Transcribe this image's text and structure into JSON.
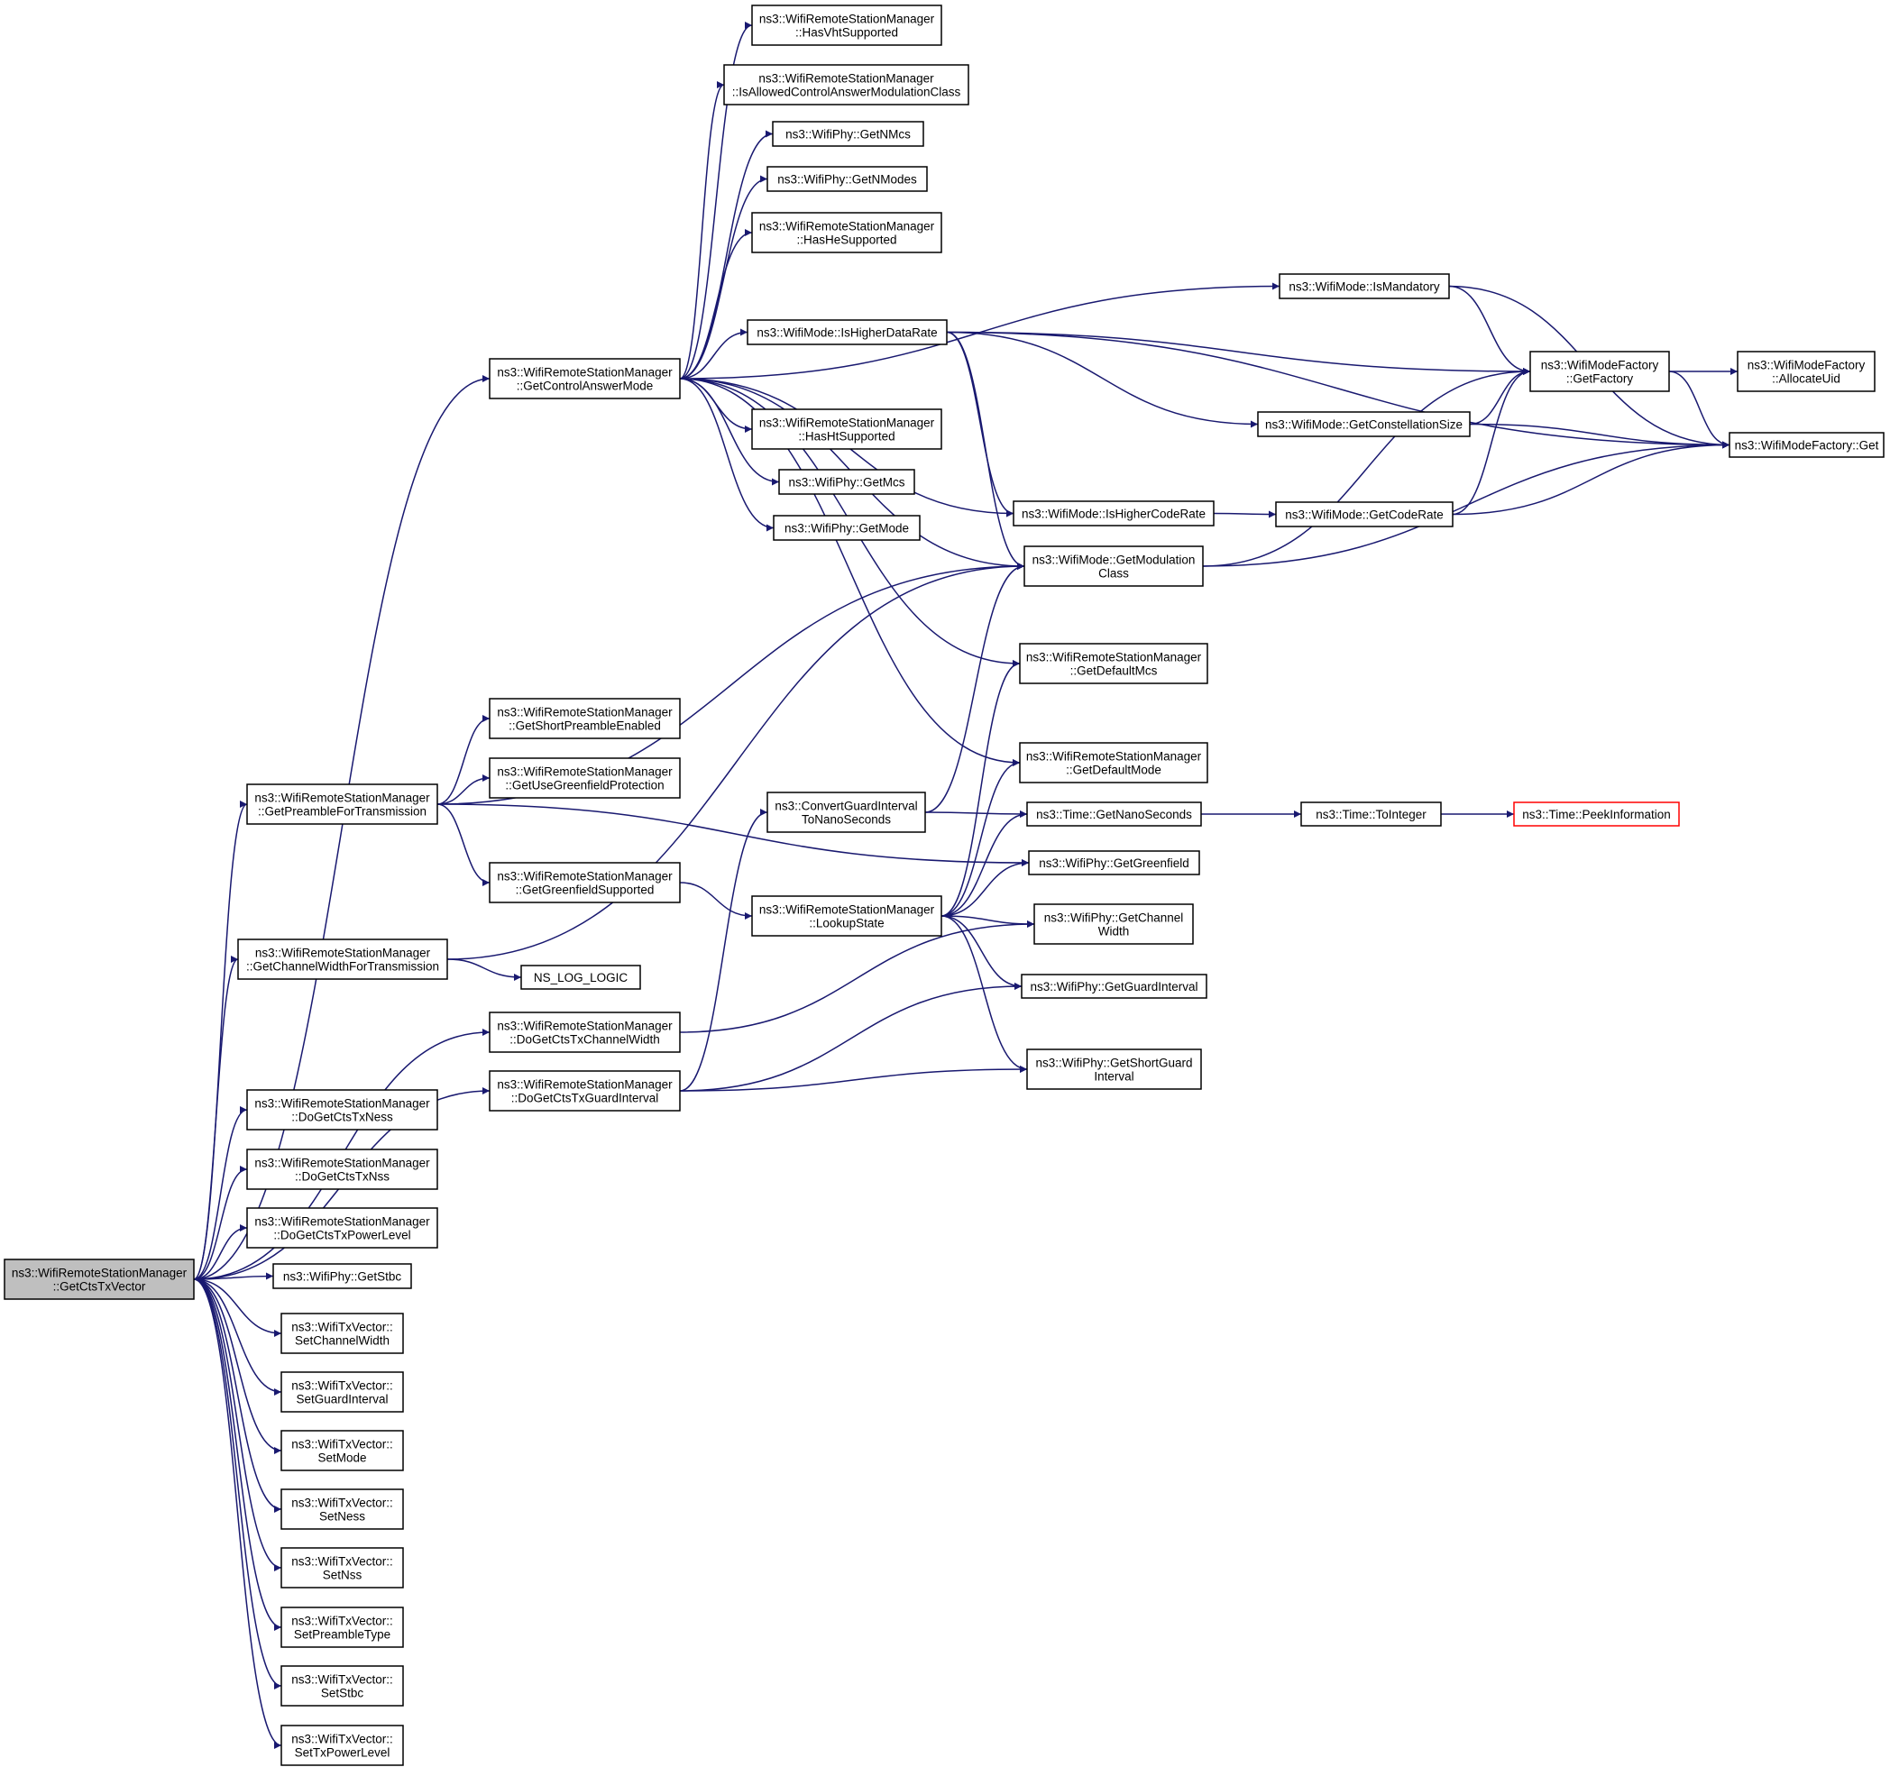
{
  "diagram": {
    "nodes": [
      {
        "id": "root",
        "lines": [
          "ns3::WifiRemoteStationManager",
          "::GetCtsTxVector"
        ],
        "style": "root"
      },
      {
        "id": "getControlAnswerMode",
        "lines": [
          "ns3::WifiRemoteStationManager",
          "::GetControlAnswerMode"
        ]
      },
      {
        "id": "hasVhtSupported",
        "lines": [
          "ns3::WifiRemoteStationManager",
          "::HasVhtSupported"
        ]
      },
      {
        "id": "isAllowedCAMC",
        "lines": [
          "ns3::WifiRemoteStationManager",
          "::IsAllowedControlAnswerModulationClass"
        ]
      },
      {
        "id": "getNMcs",
        "lines": [
          "ns3::WifiPhy::GetNMcs"
        ]
      },
      {
        "id": "getNModes",
        "lines": [
          "ns3::WifiPhy::GetNModes"
        ]
      },
      {
        "id": "hasHeSupported",
        "lines": [
          "ns3::WifiRemoteStationManager",
          "::HasHeSupported"
        ]
      },
      {
        "id": "isHigherDataRate",
        "lines": [
          "ns3::WifiMode::IsHigherDataRate"
        ]
      },
      {
        "id": "hasHtSupported",
        "lines": [
          "ns3::WifiRemoteStationManager",
          "::HasHtSupported"
        ]
      },
      {
        "id": "getMcs",
        "lines": [
          "ns3::WifiPhy::GetMcs"
        ]
      },
      {
        "id": "getMode",
        "lines": [
          "ns3::WifiPhy::GetMode"
        ]
      },
      {
        "id": "isMandatory",
        "lines": [
          "ns3::WifiMode::IsMandatory"
        ]
      },
      {
        "id": "getFactory",
        "lines": [
          "ns3::WifiModeFactory",
          "::GetFactory"
        ]
      },
      {
        "id": "allocateUid",
        "lines": [
          "ns3::WifiModeFactory",
          "::AllocateUid"
        ]
      },
      {
        "id": "factoryGet",
        "lines": [
          "ns3::WifiModeFactory::Get"
        ]
      },
      {
        "id": "getConstellationSize",
        "lines": [
          "ns3::WifiMode::GetConstellationSize"
        ]
      },
      {
        "id": "isHigherCodeRate",
        "lines": [
          "ns3::WifiMode::IsHigherCodeRate"
        ]
      },
      {
        "id": "getCodeRate",
        "lines": [
          "ns3::WifiMode::GetCodeRate"
        ]
      },
      {
        "id": "getModulationClass",
        "lines": [
          "ns3::WifiMode::GetModulation",
          "Class"
        ]
      },
      {
        "id": "getDefaultMcs",
        "lines": [
          "ns3::WifiRemoteStationManager",
          "::GetDefaultMcs"
        ]
      },
      {
        "id": "getShortPreambleEnabled",
        "lines": [
          "ns3::WifiRemoteStationManager",
          "::GetShortPreambleEnabled"
        ]
      },
      {
        "id": "getUseGreenfieldProtection",
        "lines": [
          "ns3::WifiRemoteStationManager",
          "::GetUseGreenfieldProtection"
        ]
      },
      {
        "id": "getPreambleForTransmission",
        "lines": [
          "ns3::WifiRemoteStationManager",
          "::GetPreambleForTransmission"
        ]
      },
      {
        "id": "getDefaultMode",
        "lines": [
          "ns3::WifiRemoteStationManager",
          "::GetDefaultMode"
        ]
      },
      {
        "id": "convertGuardInterval",
        "lines": [
          "ns3::ConvertGuardInterval",
          "ToNanoSeconds"
        ]
      },
      {
        "id": "getNanoSeconds",
        "lines": [
          "ns3::Time::GetNanoSeconds"
        ]
      },
      {
        "id": "toInteger",
        "lines": [
          "ns3::Time::ToInteger"
        ]
      },
      {
        "id": "peekInformation",
        "lines": [
          "ns3::Time::PeekInformation"
        ],
        "style": "red"
      },
      {
        "id": "getGreenfield",
        "lines": [
          "ns3::WifiPhy::GetGreenfield"
        ]
      },
      {
        "id": "getGreenfieldSupported",
        "lines": [
          "ns3::WifiRemoteStationManager",
          "::GetGreenfieldSupported"
        ]
      },
      {
        "id": "lookupState",
        "lines": [
          "ns3::WifiRemoteStationManager",
          "::LookupState"
        ]
      },
      {
        "id": "getChannelWidthForTransmission",
        "lines": [
          "ns3::WifiRemoteStationManager",
          "::GetChannelWidthForTransmission"
        ]
      },
      {
        "id": "nsLogLogic",
        "lines": [
          "NS_LOG_LOGIC"
        ]
      },
      {
        "id": "phyGetChannelWidth",
        "lines": [
          "ns3::WifiPhy::GetChannel",
          "Width"
        ]
      },
      {
        "id": "getGuardInterval",
        "lines": [
          "ns3::WifiPhy::GetGuardInterval"
        ]
      },
      {
        "id": "doGetCtsTxChannelWidth",
        "lines": [
          "ns3::WifiRemoteStationManager",
          "::DoGetCtsTxChannelWidth"
        ]
      },
      {
        "id": "getShortGuardInterval",
        "lines": [
          "ns3::WifiPhy::GetShortGuard",
          "Interval"
        ]
      },
      {
        "id": "doGetCtsTxGuardInterval",
        "lines": [
          "ns3::WifiRemoteStationManager",
          "::DoGetCtsTxGuardInterval"
        ]
      },
      {
        "id": "doGetCtsTxNess",
        "lines": [
          "ns3::WifiRemoteStationManager",
          "::DoGetCtsTxNess"
        ]
      },
      {
        "id": "doGetCtsTxNss",
        "lines": [
          "ns3::WifiRemoteStationManager",
          "::DoGetCtsTxNss"
        ]
      },
      {
        "id": "doGetCtsTxPowerLevel",
        "lines": [
          "ns3::WifiRemoteStationManager",
          "::DoGetCtsTxPowerLevel"
        ]
      },
      {
        "id": "getStbc",
        "lines": [
          "ns3::WifiPhy::GetStbc"
        ]
      },
      {
        "id": "setChannelWidth",
        "lines": [
          "ns3::WifiTxVector::",
          "SetChannelWidth"
        ]
      },
      {
        "id": "setGuardInterval",
        "lines": [
          "ns3::WifiTxVector::",
          "SetGuardInterval"
        ]
      },
      {
        "id": "setMode",
        "lines": [
          "ns3::WifiTxVector::",
          "SetMode"
        ]
      },
      {
        "id": "setNess",
        "lines": [
          "ns3::WifiTxVector::",
          "SetNess"
        ]
      },
      {
        "id": "setNss",
        "lines": [
          "ns3::WifiTxVector::",
          "SetNss"
        ]
      },
      {
        "id": "setPreambleType",
        "lines": [
          "ns3::WifiTxVector::",
          "SetPreambleType"
        ]
      },
      {
        "id": "setStbc",
        "lines": [
          "ns3::WifiTxVector::",
          "SetStbc"
        ]
      },
      {
        "id": "setTxPowerLevel",
        "lines": [
          "ns3::WifiTxVector::",
          "SetTxPowerLevel"
        ]
      }
    ],
    "edges": [
      [
        "root",
        "getControlAnswerMode"
      ],
      [
        "root",
        "getPreambleForTransmission"
      ],
      [
        "root",
        "getChannelWidthForTransmission"
      ],
      [
        "root",
        "doGetCtsTxChannelWidth"
      ],
      [
        "root",
        "doGetCtsTxGuardInterval"
      ],
      [
        "root",
        "doGetCtsTxNess"
      ],
      [
        "root",
        "doGetCtsTxNss"
      ],
      [
        "root",
        "doGetCtsTxPowerLevel"
      ],
      [
        "root",
        "getStbc"
      ],
      [
        "root",
        "setChannelWidth"
      ],
      [
        "root",
        "setGuardInterval"
      ],
      [
        "root",
        "setMode"
      ],
      [
        "root",
        "setNess"
      ],
      [
        "root",
        "setNss"
      ],
      [
        "root",
        "setPreambleType"
      ],
      [
        "root",
        "setStbc"
      ],
      [
        "root",
        "setTxPowerLevel"
      ],
      [
        "getControlAnswerMode",
        "hasVhtSupported"
      ],
      [
        "getControlAnswerMode",
        "isAllowedCAMC"
      ],
      [
        "getControlAnswerMode",
        "getNMcs"
      ],
      [
        "getControlAnswerMode",
        "getNModes"
      ],
      [
        "getControlAnswerMode",
        "hasHeSupported"
      ],
      [
        "getControlAnswerMode",
        "isMandatory"
      ],
      [
        "getControlAnswerMode",
        "isHigherDataRate"
      ],
      [
        "getControlAnswerMode",
        "hasHtSupported"
      ],
      [
        "getControlAnswerMode",
        "getMcs"
      ],
      [
        "getControlAnswerMode",
        "getMode"
      ],
      [
        "getControlAnswerMode",
        "isHigherCodeRate"
      ],
      [
        "getControlAnswerMode",
        "getModulationClass"
      ],
      [
        "getControlAnswerMode",
        "getDefaultMcs"
      ],
      [
        "getControlAnswerMode",
        "getDefaultMode"
      ],
      [
        "isMandatory",
        "getFactory"
      ],
      [
        "isMandatory",
        "factoryGet"
      ],
      [
        "isHigherDataRate",
        "getFactory"
      ],
      [
        "isHigherDataRate",
        "getConstellationSize"
      ],
      [
        "isHigherDataRate",
        "factoryGet"
      ],
      [
        "isHigherDataRate",
        "isHigherCodeRate"
      ],
      [
        "isHigherDataRate",
        "getModulationClass"
      ],
      [
        "getFactory",
        "allocateUid"
      ],
      [
        "getFactory",
        "factoryGet"
      ],
      [
        "getConstellationSize",
        "getFactory"
      ],
      [
        "getConstellationSize",
        "factoryGet"
      ],
      [
        "isHigherCodeRate",
        "getCodeRate"
      ],
      [
        "getCodeRate",
        "getFactory"
      ],
      [
        "getCodeRate",
        "factoryGet"
      ],
      [
        "getModulationClass",
        "getFactory"
      ],
      [
        "getModulationClass",
        "factoryGet"
      ],
      [
        "getPreambleForTransmission",
        "getShortPreambleEnabled"
      ],
      [
        "getPreambleForTransmission",
        "getUseGreenfieldProtection"
      ],
      [
        "getPreambleForTransmission",
        "getModulationClass"
      ],
      [
        "getPreambleForTransmission",
        "getGreenfield"
      ],
      [
        "getPreambleForTransmission",
        "getGreenfieldSupported"
      ],
      [
        "getGreenfieldSupported",
        "lookupState"
      ],
      [
        "lookupState",
        "getDefaultMcs"
      ],
      [
        "lookupState",
        "getDefaultMode"
      ],
      [
        "lookupState",
        "getNanoSeconds"
      ],
      [
        "lookupState",
        "getGreenfield"
      ],
      [
        "lookupState",
        "phyGetChannelWidth"
      ],
      [
        "lookupState",
        "getGuardInterval"
      ],
      [
        "lookupState",
        "getShortGuardInterval"
      ],
      [
        "convertGuardInterval",
        "getModulationClass"
      ],
      [
        "convertGuardInterval",
        "getNanoSeconds"
      ],
      [
        "getNanoSeconds",
        "toInteger"
      ],
      [
        "toInteger",
        "peekInformation"
      ],
      [
        "getChannelWidthForTransmission",
        "getModulationClass"
      ],
      [
        "getChannelWidthForTransmission",
        "nsLogLogic"
      ],
      [
        "doGetCtsTxChannelWidth",
        "phyGetChannelWidth"
      ],
      [
        "doGetCtsTxGuardInterval",
        "convertGuardInterval"
      ],
      [
        "doGetCtsTxGuardInterval",
        "getGuardInterval"
      ],
      [
        "doGetCtsTxGuardInterval",
        "getShortGuardInterval"
      ]
    ]
  }
}
